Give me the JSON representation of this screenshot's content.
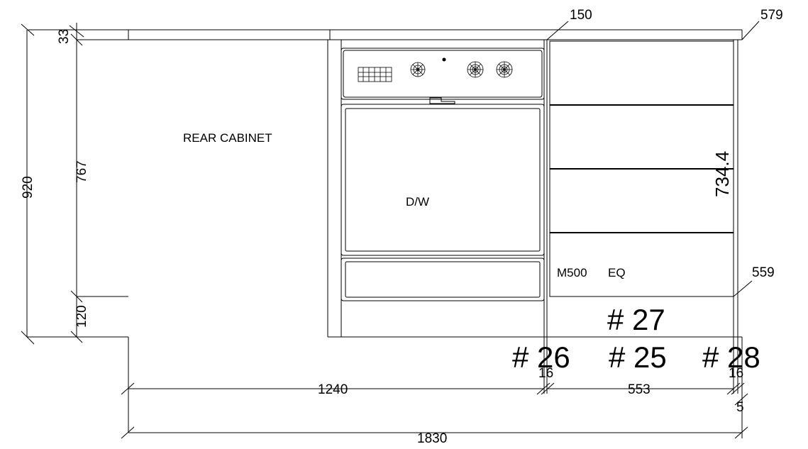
{
  "labels": {
    "rear_cabinet": "REAR CABINET",
    "dishwasher": "D/W",
    "drawer_unit": "M500",
    "drawer_unit_suffix": "EQ"
  },
  "dimensions": {
    "top_thickness": "33",
    "overall_height": "920",
    "carcass_height": "767",
    "plinth_height": "120",
    "width_rear": "1240",
    "width_drawer": "553",
    "width_total": "1830",
    "gap_left": "16",
    "gap_right": "16",
    "end_gap": "5",
    "top_depth_left": "150",
    "top_depth_right": "579",
    "drawer_depth": "559",
    "drawer_height": "734.4"
  },
  "tags": {
    "t27": "# 27",
    "t26": "# 26",
    "t25": "# 25",
    "t28": "# 28"
  }
}
